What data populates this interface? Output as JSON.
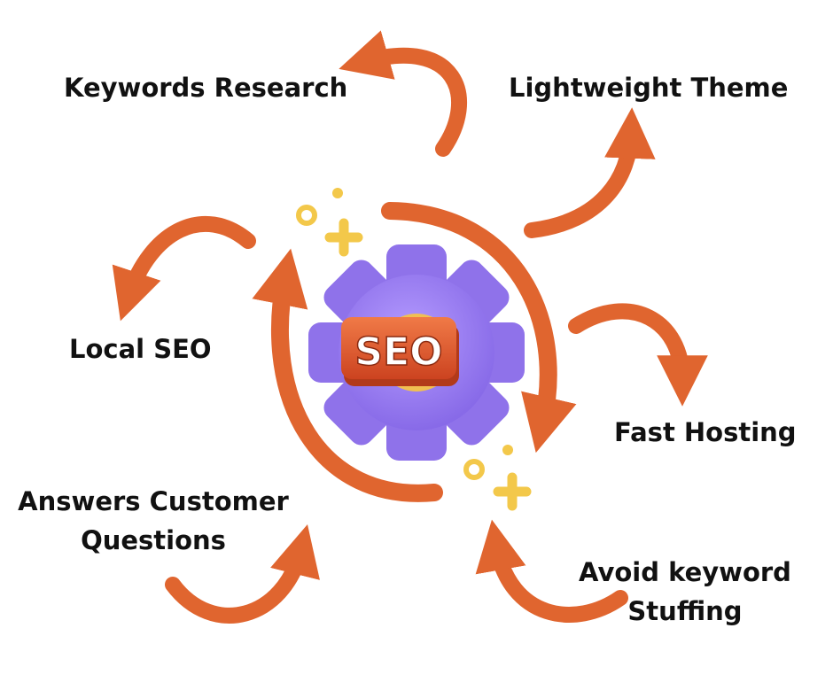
{
  "diagram": {
    "center_badge": "SEO",
    "labels": {
      "keywords_research": "Keywords Research",
      "lightweight_theme": "Lightweight Theme",
      "local_seo": "Local SEO",
      "fast_hosting": "Fast Hosting",
      "answers_line1": "Answers Customer",
      "answers_line2": "Questions",
      "avoid_line1": "Avoid keyword",
      "avoid_line2": "Stuffing"
    }
  },
  "colors": {
    "arrow_orange": "#e0652f",
    "gear_purple": "#9a7cf0",
    "badge_red": "#e2542a",
    "sparkle_yellow": "#f3c84a",
    "text": "#111111"
  }
}
